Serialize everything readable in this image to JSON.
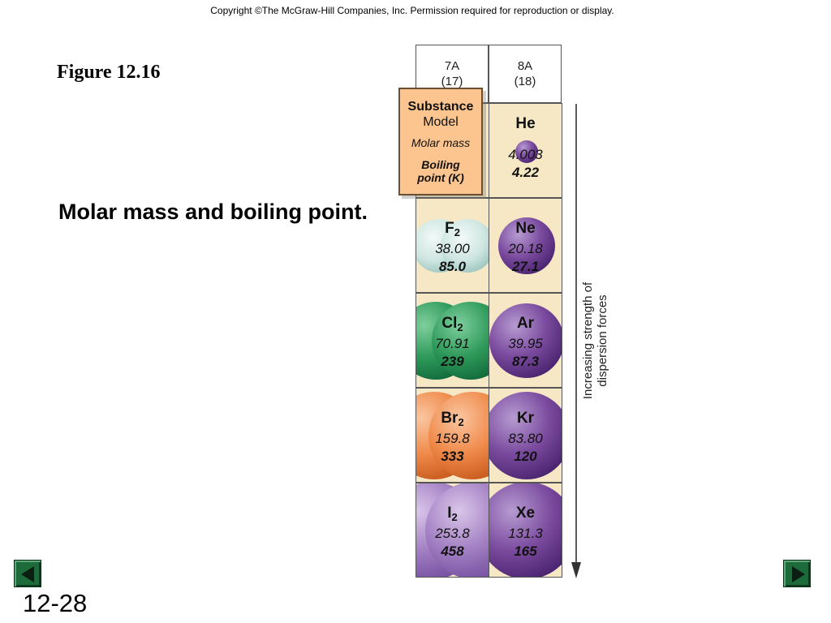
{
  "copyright": "Copyright ©The McGraw-Hill Companies, Inc.  Permission required for reproduction or display.",
  "figure_label": "Figure 12.16",
  "subtitle": "Molar mass and boiling point.",
  "slide_number": "12-28",
  "columns": [
    {
      "group": "7A",
      "number": "(17)"
    },
    {
      "group": "8A",
      "number": "(18)"
    }
  ],
  "key": {
    "substance": "Substance",
    "model": "Model",
    "molar_mass": "Molar mass",
    "boiling_point_line1": "Boiling",
    "boiling_point_line2": "point (K)"
  },
  "cells": {
    "he": {
      "symbol": "He",
      "sub": "",
      "molar_mass": "4.003",
      "boiling_point": "4.22",
      "color": "#7a4a9e"
    },
    "f2": {
      "symbol": "F",
      "sub": "2",
      "molar_mass": "38.00",
      "boiling_point": "85.0",
      "color": "#cfe6e1"
    },
    "ne": {
      "symbol": "Ne",
      "sub": "",
      "molar_mass": "20.18",
      "boiling_point": "27.1",
      "color": "#7a4a9e"
    },
    "cl2": {
      "symbol": "Cl",
      "sub": "2",
      "molar_mass": "70.91",
      "boiling_point": "239",
      "color": "#2e9a5a"
    },
    "ar": {
      "symbol": "Ar",
      "sub": "",
      "molar_mass": "39.95",
      "boiling_point": "87.3",
      "color": "#7a4a9e"
    },
    "br2": {
      "symbol": "Br",
      "sub": "2",
      "molar_mass": "159.8",
      "boiling_point": "333",
      "color": "#ef8a4a"
    },
    "kr": {
      "symbol": "Kr",
      "sub": "",
      "molar_mass": "83.80",
      "boiling_point": "120",
      "color": "#7a4a9e"
    },
    "i2": {
      "symbol": "I",
      "sub": "2",
      "molar_mass": "253.8",
      "boiling_point": "458",
      "color": "#a27ec2"
    },
    "xe": {
      "symbol": "Xe",
      "sub": "",
      "molar_mass": "131.3",
      "boiling_point": "165",
      "color": "#7a4a9e"
    }
  },
  "arrow_label": [
    "Increasing strength of",
    "dispersion forces"
  ],
  "nav": {
    "prev_icon": "triangle-left-icon",
    "next_icon": "triangle-right-icon",
    "button_color": "#1d6b3a"
  }
}
